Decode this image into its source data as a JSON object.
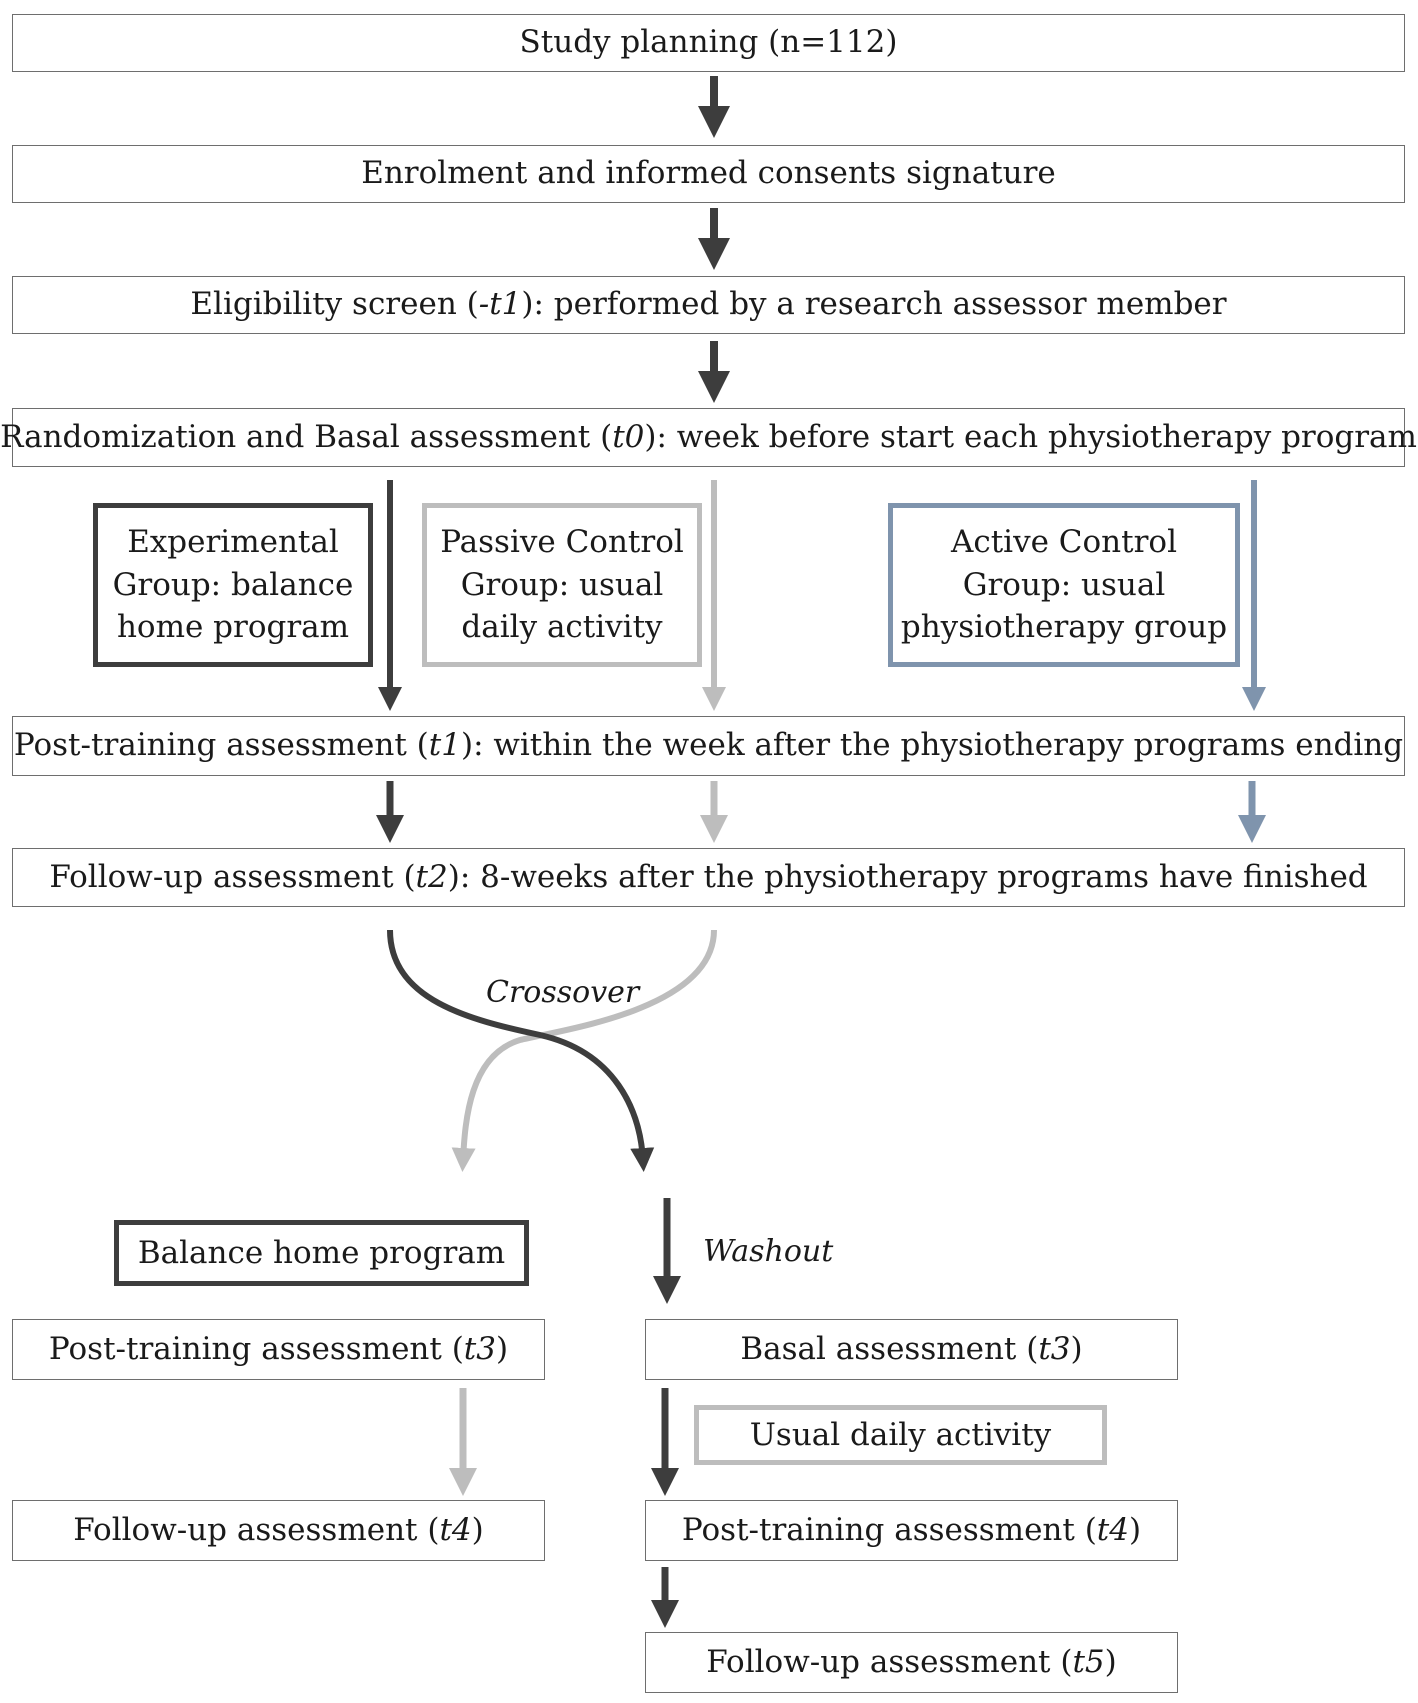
{
  "steps": {
    "planning": "Study planning (n=112)",
    "enrolment": "Enrolment and informed consents signature",
    "eligibility": {
      "pre": "Eligibility screen (",
      "em": "-t1",
      "post": "): performed by a research assessor member"
    },
    "randomization": {
      "pre": "Randomization and Basal assessment (",
      "em": "t0",
      "post": "): week before start each physiotherapy program"
    },
    "post_training": {
      "pre": "Post-training assessment (",
      "em": "t1",
      "post": "): within the week after the physiotherapy programs ending"
    },
    "follow_up": {
      "pre": "Follow-up assessment (",
      "em": "t2",
      "post": "): 8-weeks after the physiotherapy programs have finished"
    }
  },
  "groups": {
    "experimental": "Experimental Group: balance home program",
    "passive": "Passive Control Group: usual daily activity",
    "active": "Active Control Group: usual physiotherapy group"
  },
  "crossover_label": "Crossover",
  "washout_label": "Washout",
  "left_branch": {
    "program": "Balance home program",
    "post_training": {
      "pre": "Post-training assessment (",
      "em": "t3",
      "post": ")"
    },
    "follow_up": {
      "pre": "Follow-up assessment (",
      "em": "t4",
      "post": ")"
    }
  },
  "right_branch": {
    "basal": {
      "pre": "Basal assessment (",
      "em": "t3",
      "post": ")"
    },
    "activity": "Usual daily activity",
    "post_training": {
      "pre": "Post-training assessment (",
      "em": "t4",
      "post": ")"
    },
    "follow_up": {
      "pre": "Follow-up assessment (",
      "em": "t5",
      "post": ")"
    }
  },
  "colors": {
    "experimental": "#3d3d3d",
    "passive": "#bdbdbd",
    "active": "#7f94ad",
    "box_border": "#6e6e6e"
  }
}
